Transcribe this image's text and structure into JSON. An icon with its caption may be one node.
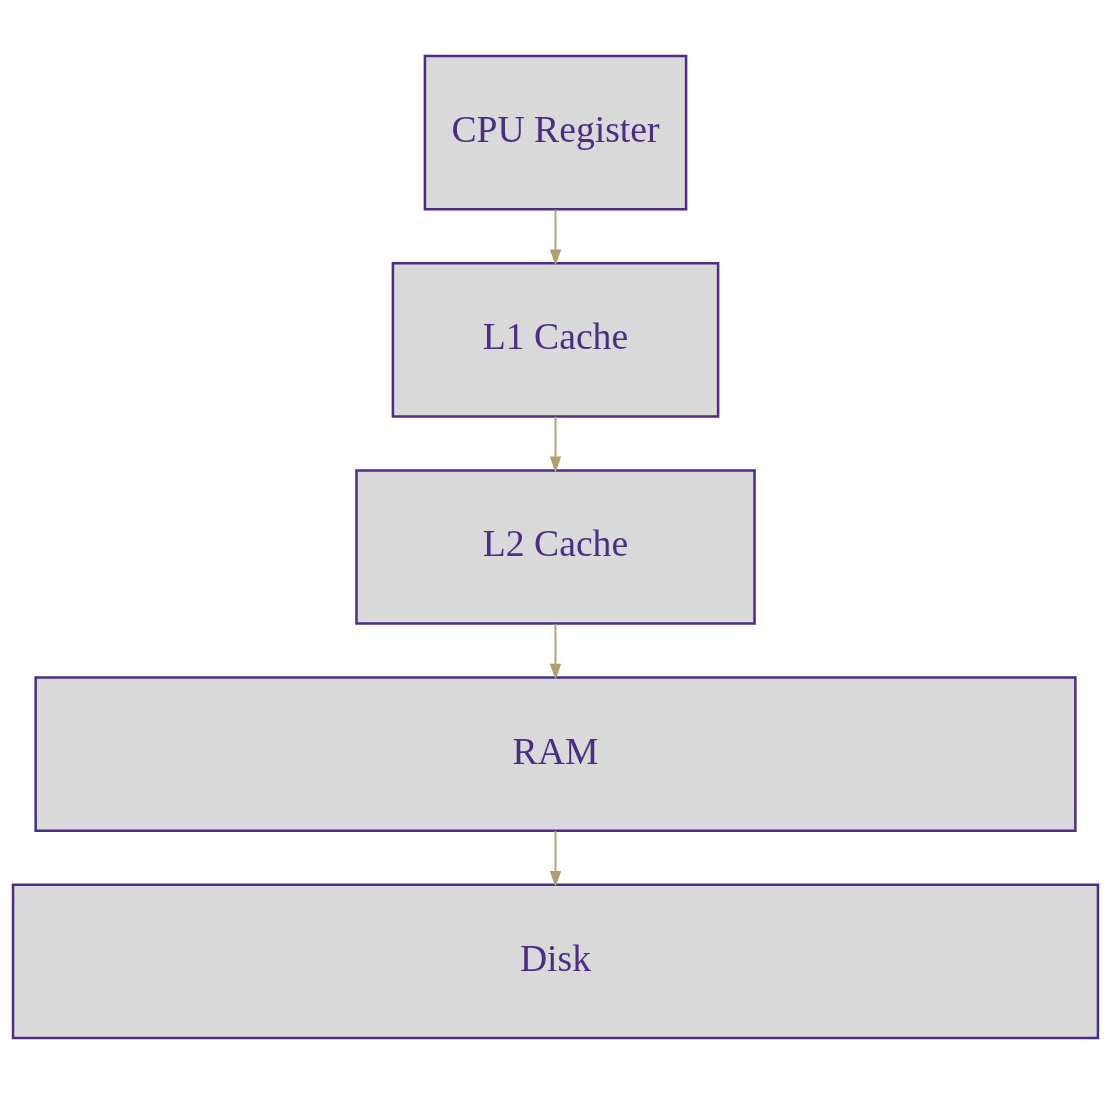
{
  "diagram": {
    "nodes": [
      {
        "text": [
          "CPU Register"
        ]
      },
      {
        "text": [
          "L1 Cache"
        ]
      },
      {
        "text": [
          "L2 Cache"
        ]
      },
      {
        "text": [
          "RAM"
        ]
      },
      {
        "text": [
          "Disk"
        ]
      }
    ],
    "edges": [
      {
        "from": 0,
        "to": 1,
        "arrow": "to"
      },
      {
        "from": 1,
        "to": 2,
        "arrow": "to"
      },
      {
        "from": 2,
        "to": 3,
        "arrow": "to"
      },
      {
        "from": 3,
        "to": 4,
        "arrow": "to"
      }
    ]
  }
}
